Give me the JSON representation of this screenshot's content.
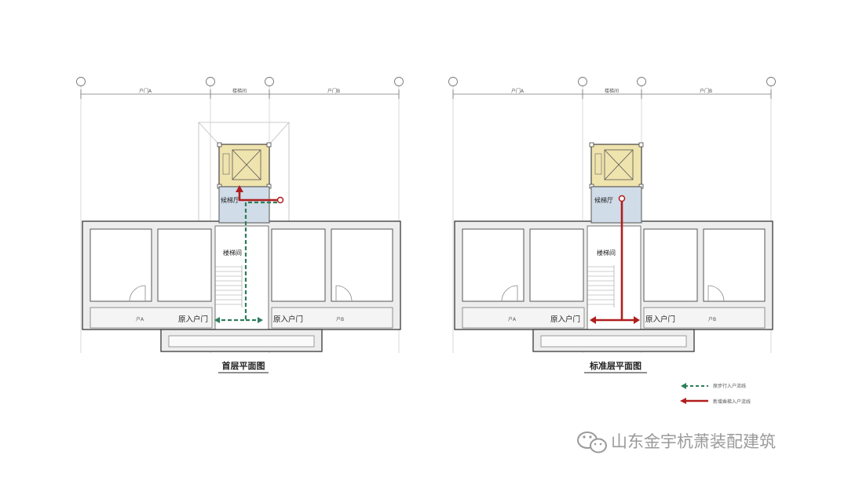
{
  "colors": {
    "walk_route": "#2e7d5b",
    "lift_route": "#b11e1e",
    "lift_core": "#efe3ae",
    "lobby": "#d0dce8"
  },
  "plans": [
    {
      "title": "首层平面图",
      "axis_labels": [
        "户门A",
        "楼梯间",
        "户门B"
      ],
      "lobby_label": "候梯厅",
      "stair_label": "楼梯间",
      "door_left": "原入户门",
      "door_right": "原入户门",
      "unit_a": "户A",
      "unit_b": "户B"
    },
    {
      "title": "标准层平面图",
      "axis_labels": [
        "户门A",
        "楼梯间",
        "户门B"
      ],
      "lobby_label": "候梯厅",
      "stair_label": "楼梯间",
      "door_left": "原入户门",
      "door_right": "原入户门",
      "unit_a": "户A",
      "unit_b": "户B"
    }
  ],
  "legend": {
    "walk": "原步行入户流线",
    "lift": "新增乘梯入户流线"
  },
  "watermark": {
    "icon": "wechat-icon",
    "text": "山东金宇杭萧装配建筑"
  }
}
